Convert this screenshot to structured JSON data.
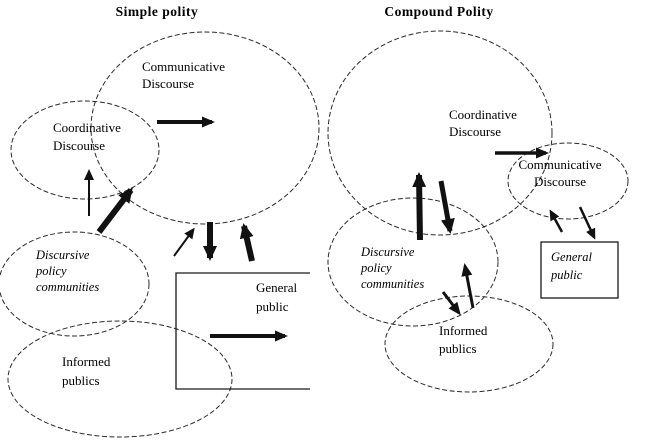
{
  "titles": {
    "simple": "Simple polity",
    "compound": "Compound Polity"
  },
  "simple": {
    "communicative_discourse": {
      "l1": "Communicative",
      "l2": "Discourse"
    },
    "coordinative_discourse": {
      "l1": "Coordinative",
      "l2": "Discourse"
    },
    "discursive_policy_communities": {
      "l1": "Discursive",
      "l2": "policy",
      "l3": "communities"
    },
    "informed_publics": {
      "l1": "Informed",
      "l2": "publics"
    },
    "general_public": {
      "l1": "General",
      "l2": "public"
    }
  },
  "compound": {
    "coordinative_discourse": {
      "l1": "Coordinative",
      "l2": "Discourse"
    },
    "communicative_discourse": {
      "l1": "Communicative",
      "l2": "Discourse"
    },
    "discursive_policy_communities": {
      "l1": "Discursive",
      "l2": "policy",
      "l3": "communities"
    },
    "informed_publics": {
      "l1": "Informed",
      "l2": "publics"
    },
    "general_public": {
      "l1": "General",
      "l2": "public"
    }
  },
  "colors": {
    "background": "#ffffff",
    "outline": "#2a2a2a",
    "arrow": "#111111",
    "text": "#000000"
  }
}
